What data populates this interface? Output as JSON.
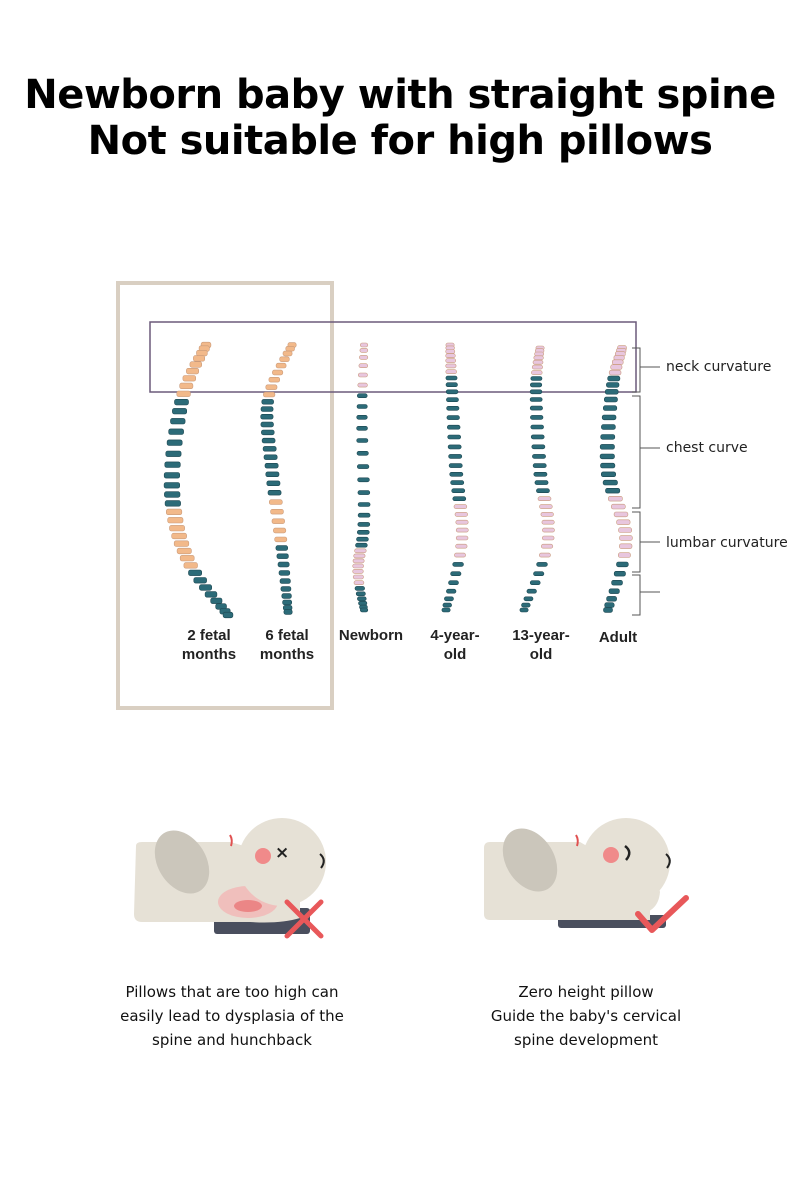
{
  "title": {
    "line1": "Newborn baby with straight spine",
    "line2": "Not suitable for high pillows"
  },
  "spine_stages": [
    {
      "line1": "2 fetal",
      "line2": "months"
    },
    {
      "line1": "6 fetal",
      "line2": "months"
    },
    {
      "line1": "Newborn",
      "line2": ""
    },
    {
      "line1": "4-year-",
      "line2": "old"
    },
    {
      "line1": "13-year-",
      "line2": "old"
    },
    {
      "line1": "Adult",
      "line2": ""
    }
  ],
  "curvature_labels": {
    "neck": "neck curvature",
    "chest": "chest curve",
    "lumbar": "lumbar curvature"
  },
  "captions": {
    "bad": {
      "line1": "Pillows that are too high can",
      "line2": "easily lead to dysplasia of the",
      "line3": "spine and hunchback"
    },
    "good": {
      "line1": "Zero height pillow",
      "line2": "Guide the baby's cervical",
      "line3": "spine development"
    }
  },
  "colors": {
    "highlight_box": "#d9cfc2",
    "neck_box": "#6b5a7a",
    "orange_vertebra": "#f2b98a",
    "teal_vertebra": "#2c6b78",
    "pink_vertebra": "#e8c6de",
    "pillow": "#e6e1d6",
    "base": "#4a4f5e",
    "cross": "#e8585a",
    "check": "#e8585a",
    "cheek": "#f08a8a"
  },
  "icons": [
    "cross-mark-icon",
    "check-mark-icon"
  ]
}
